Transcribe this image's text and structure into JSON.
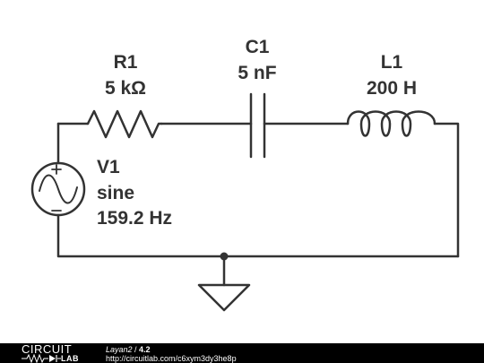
{
  "components": {
    "r1": {
      "name": "R1",
      "value": "5 kΩ"
    },
    "c1": {
      "name": "C1",
      "value": "5 nF"
    },
    "l1": {
      "name": "L1",
      "value": "200 H"
    },
    "v1": {
      "name": "V1",
      "type": "sine",
      "frequency": "159.2 Hz"
    }
  },
  "footer": {
    "brand_top": "CIRCUIT",
    "brand_bottom": "LAB",
    "project": "Layan2",
    "separator": " / ",
    "version": "4.2",
    "url": "http://circuitlab.com/c6xym3dy3he8p"
  },
  "colors": {
    "wire": "#333333",
    "footer_bg": "#000000",
    "footer_text": "#ffffff"
  }
}
